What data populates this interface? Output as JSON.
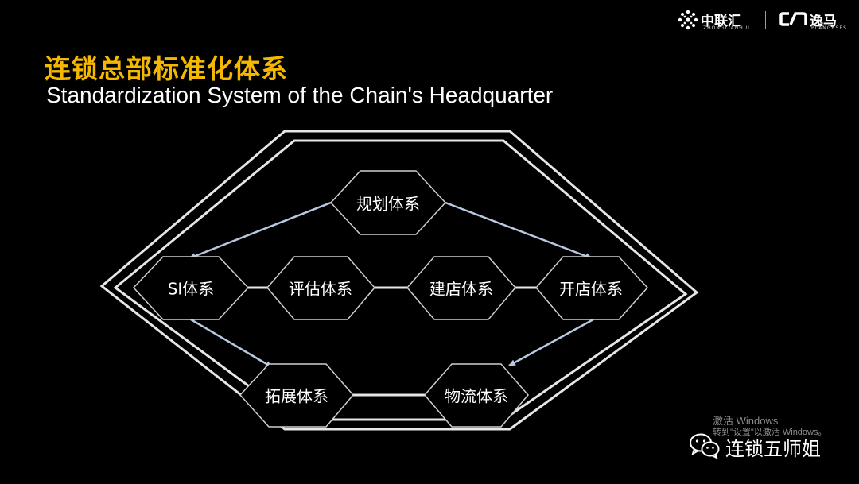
{
  "header": {
    "logo_left": {
      "cn": "中联汇",
      "en": "ZHONGLIANHUI"
    },
    "logo_right": {
      "cn": "逸马",
      "en": "PLANGRSES"
    }
  },
  "title": {
    "cn": "连锁总部标准化体系",
    "en": "Standardization System of the Chain's Headquarter"
  },
  "diagram": {
    "nodes": {
      "planning": "规划体系",
      "si": "SI体系",
      "evaluation": "评估体系",
      "construction": "建店体系",
      "opening": "开店体系",
      "expansion": "拓展体系",
      "logistics": "物流体系"
    }
  },
  "watermark": {
    "line1": "激活 Windows",
    "line2": "转到\"设置\"以激活 Windows。"
  },
  "wechat": {
    "name": "连锁五师姐"
  },
  "colors": {
    "title": "#f5b800",
    "frame": "#e6e6e6",
    "arrow": "#b8c8e0",
    "background": "#000000"
  }
}
